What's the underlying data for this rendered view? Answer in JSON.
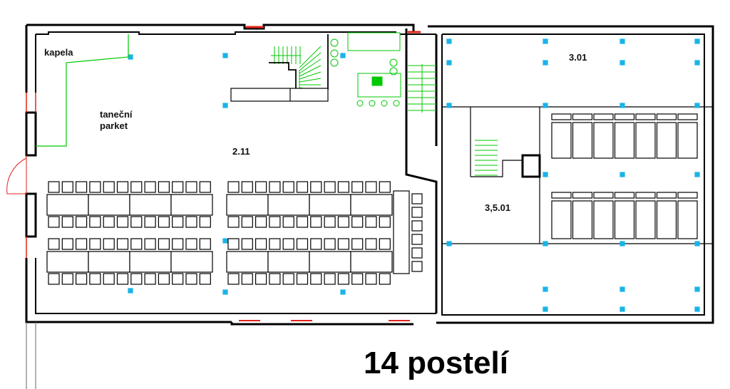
{
  "labels": {
    "band": "kapela",
    "dance_floor_line1": "taneční",
    "dance_floor_line2": "parket",
    "hall_room": "2.11",
    "upper_room": "3.01",
    "bedroom": "3,5.01"
  },
  "caption": "14 postelí",
  "colors": {
    "wall": "#000000",
    "window": "#e0241b",
    "fixture": "#00c800",
    "light": "#19b4e8"
  },
  "icons": [
    "ceiling-light-icon",
    "bed-icon",
    "chair-icon",
    "staircase-icon",
    "door-swing-icon"
  ]
}
